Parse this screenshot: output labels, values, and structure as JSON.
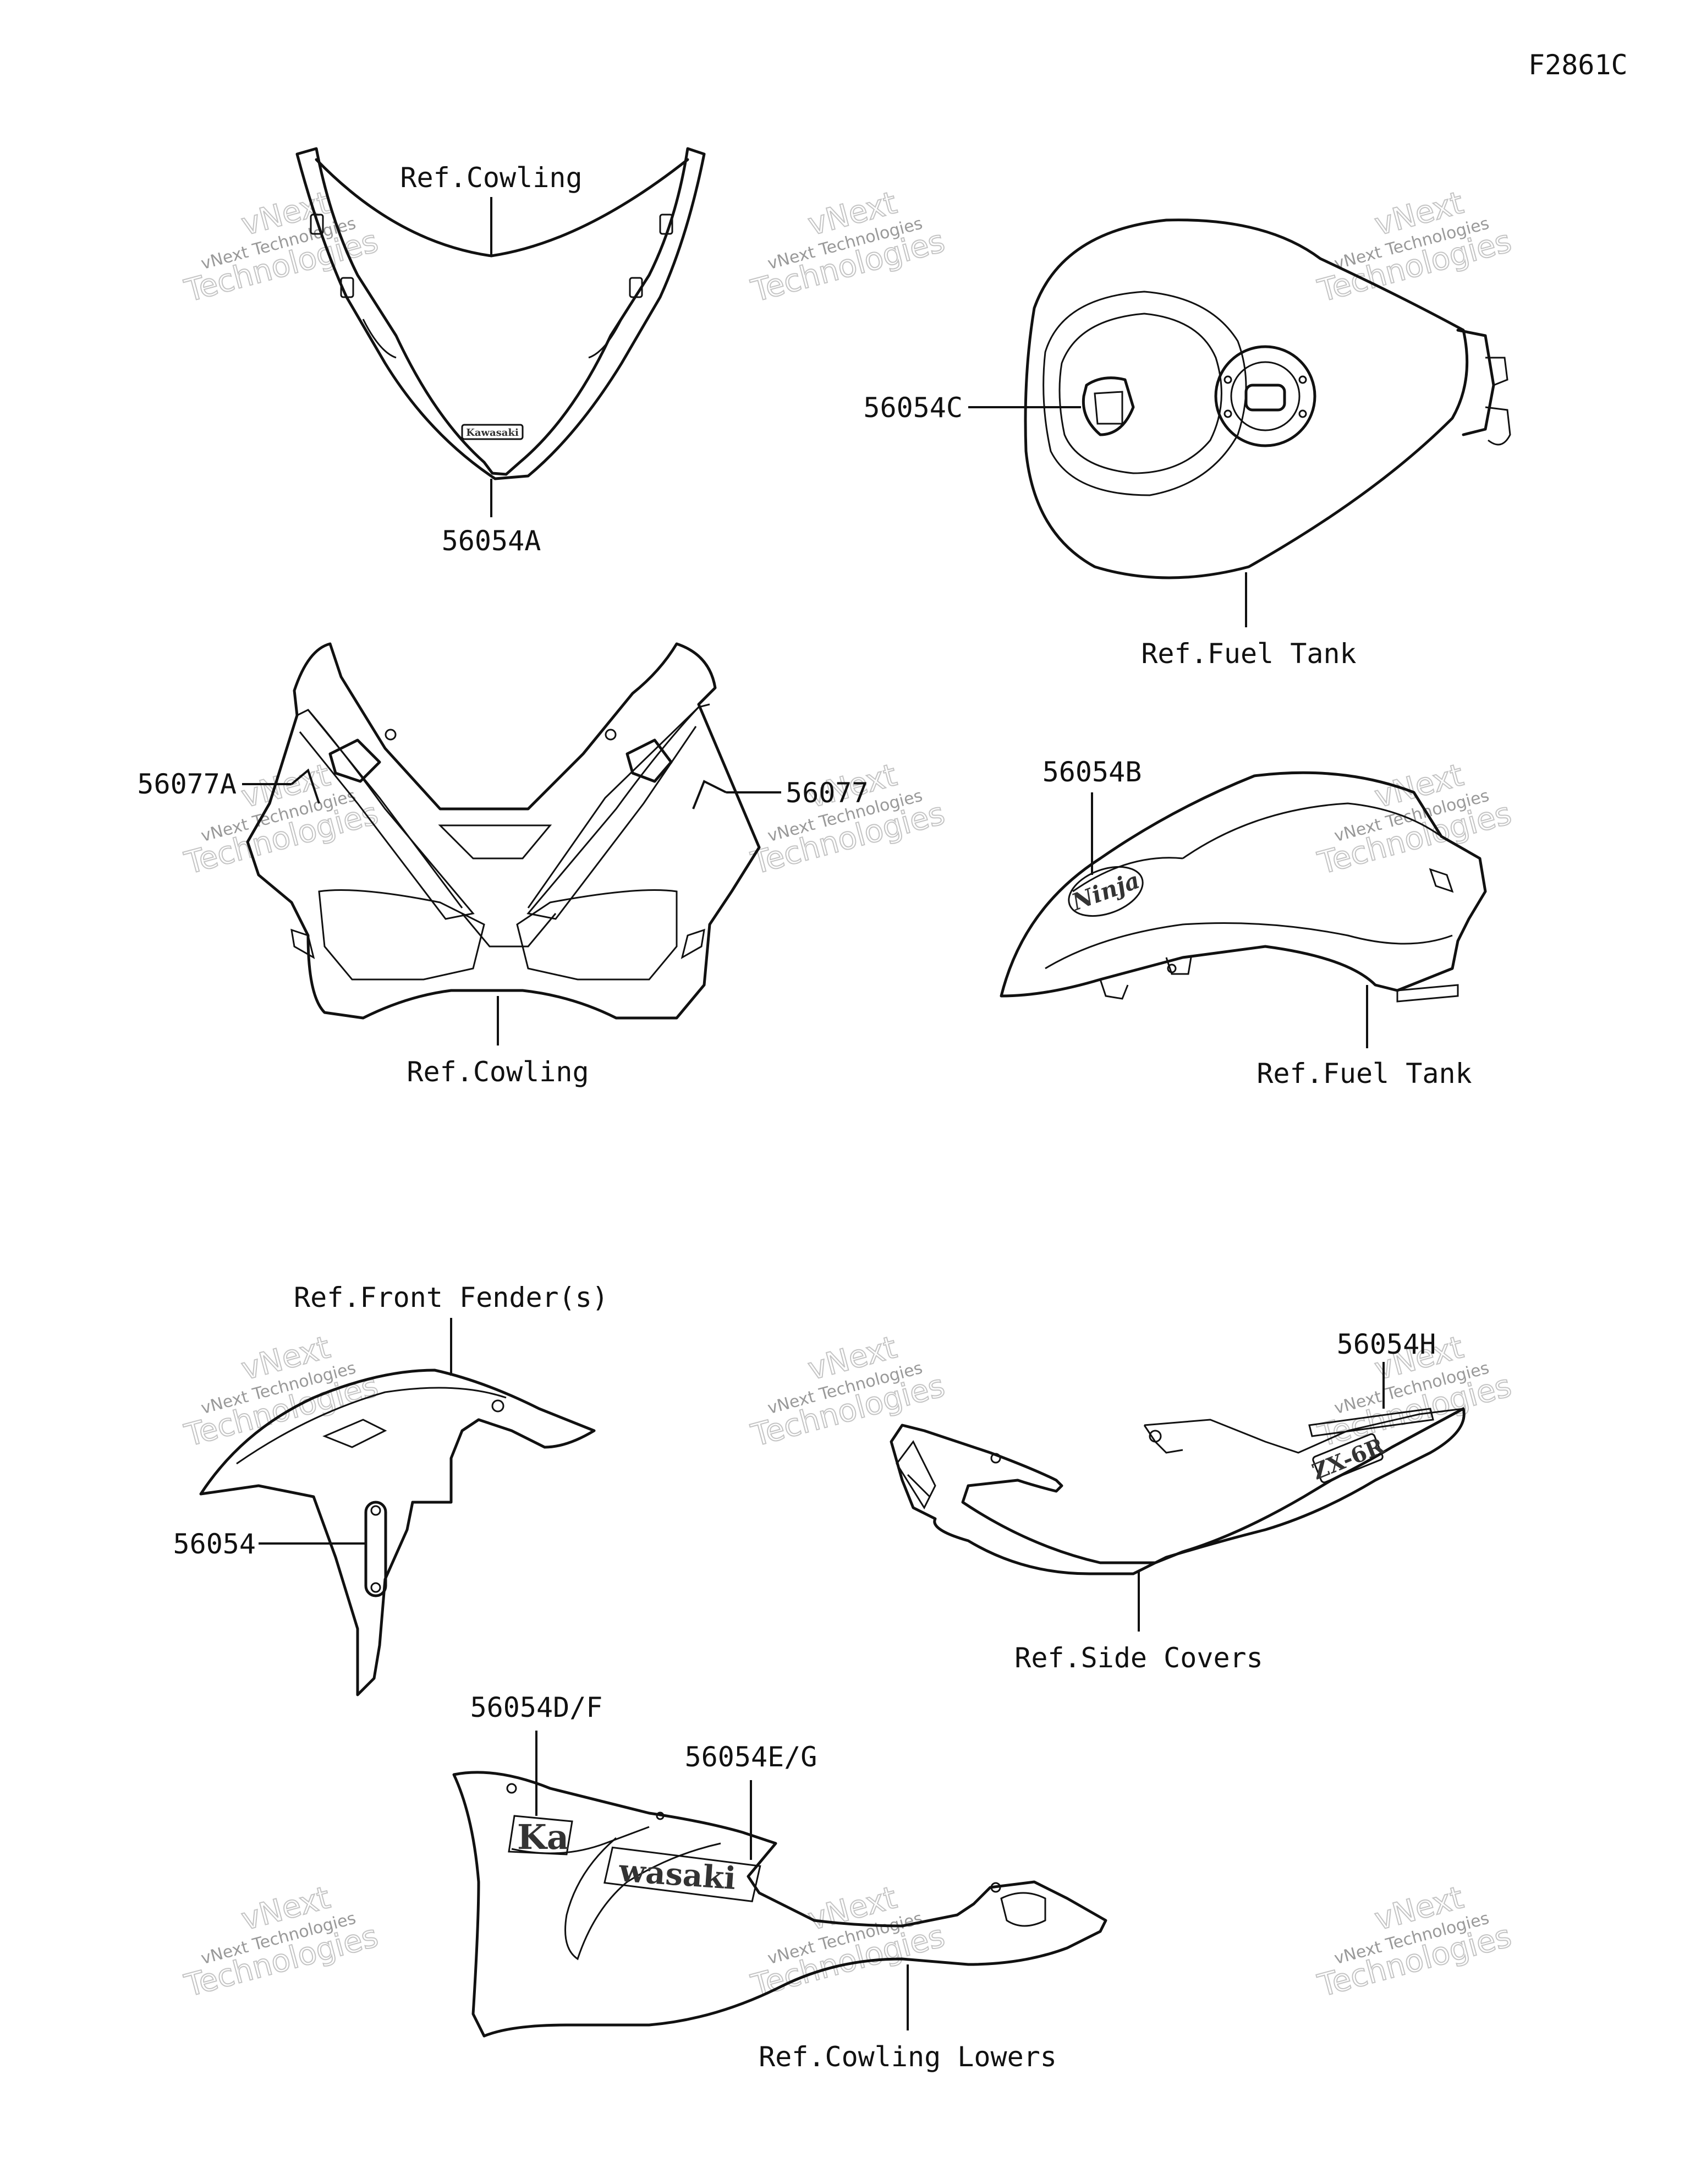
{
  "figure_code": "F2861C",
  "watermark": {
    "line1": "vNext",
    "line2": "vNext Technologies",
    "line3": "Technologies"
  },
  "callouts": {
    "ref_cowling_upper": "Ref.Cowling",
    "part_56054A": "56054A",
    "part_56054C": "56054C",
    "ref_fuel_tank_top": "Ref.Fuel Tank",
    "part_56077A": "56077A",
    "part_56077": "56077",
    "ref_cowling_lower": "Ref.Cowling",
    "part_56054B": "56054B",
    "ref_fuel_tank_side": "Ref.Fuel Tank",
    "ref_front_fender": "Ref.Front Fender(s)",
    "part_56054": "56054",
    "part_56054H": "56054H",
    "ref_side_covers": "Ref.Side Covers",
    "part_56054DF": "56054D/F",
    "part_56054EG": "56054E/G",
    "ref_cowling_lowers": "Ref.Cowling Lowers"
  },
  "decal_marks": {
    "windshield_brand": "Kawasaki",
    "tank_script": "Ninja",
    "side_model": "ZX-6R",
    "lower_brand_left": "Ka",
    "lower_brand_right": "wasaki"
  },
  "colors": {
    "line": "#111111",
    "watermark": "#bbbbbb",
    "background": "#ffffff"
  }
}
